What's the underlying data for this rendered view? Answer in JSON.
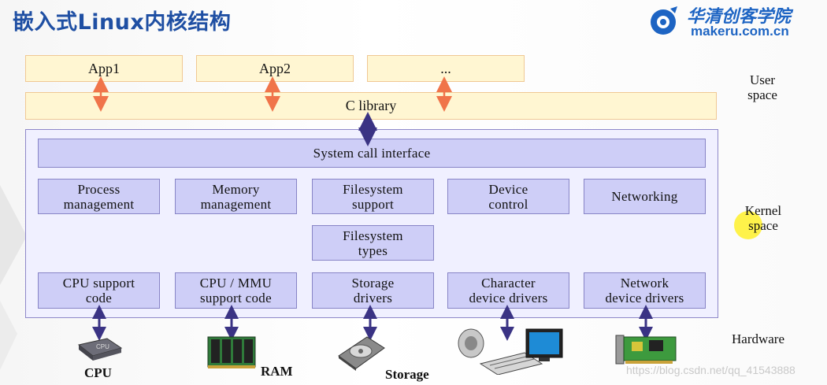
{
  "slide": {
    "title": "嵌入式Linux内核结构"
  },
  "logo": {
    "name": "华清创客学院",
    "url": "makeru.com.cn"
  },
  "user_space": {
    "apps": [
      "App1",
      "App2",
      "..."
    ],
    "c_library": "C library",
    "label_line1": "User",
    "label_line2": "space"
  },
  "kernel_space": {
    "system_call_interface": "System call interface",
    "row1": [
      {
        "line1": "Process",
        "line2": "management"
      },
      {
        "line1": "Memory",
        "line2": "management"
      },
      {
        "line1": "Filesystem",
        "line2": "support"
      },
      {
        "line1": "Device",
        "line2": "control"
      },
      {
        "line1": "Networking",
        "line2": ""
      }
    ],
    "row2": [
      {
        "line1": "Filesystem",
        "line2": "types"
      }
    ],
    "row3": [
      {
        "line1": "CPU support",
        "line2": "code"
      },
      {
        "line1": "CPU / MMU",
        "line2": "support code"
      },
      {
        "line1": "Storage",
        "line2": "drivers"
      },
      {
        "line1": "Character",
        "line2": "device drivers"
      },
      {
        "line1": "Network",
        "line2": "device drivers"
      }
    ],
    "label_line1": "Kernel",
    "label_line2": "space"
  },
  "hardware": {
    "label": "Hardware",
    "items": [
      {
        "label": "CPU",
        "icon": "cpu-chip-icon"
      },
      {
        "label": "RAM",
        "icon": "ram-module-icon"
      },
      {
        "label": "Storage",
        "icon": "hard-disk-icon"
      },
      {
        "label": "",
        "icon": "speaker-keyboard-monitor-icon"
      },
      {
        "label": "",
        "icon": "network-card-icon"
      }
    ],
    "cpu_chip_text": "CPU"
  },
  "watermark": "https://blog.csdn.net/qq_41543888",
  "colors": {
    "title": "#1f4fa3",
    "user_box_fill": "#fff6d2",
    "user_box_border": "#f0c893",
    "kernel_frame_fill": "#f0f0ff",
    "kernel_box_fill": "#cecef7",
    "kernel_box_border": "#8784c6",
    "orange_arrow": "#f0744a",
    "purple_arrow": "#3a3384"
  }
}
